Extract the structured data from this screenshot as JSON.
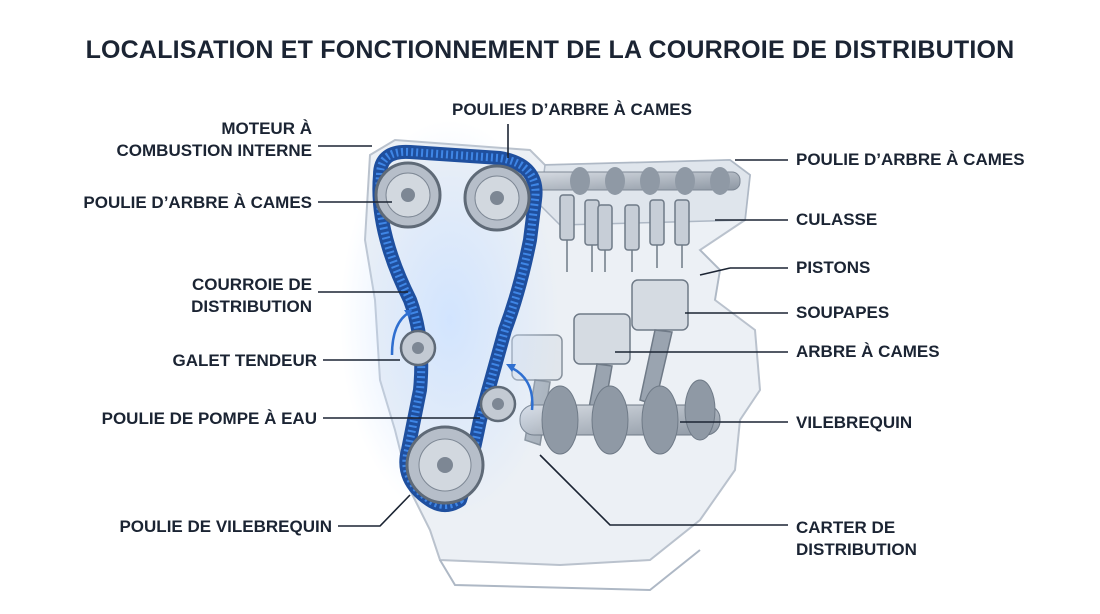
{
  "title": "LOCALISATION ET FONCTIONNEMENT DE LA COURROIE DE DISTRIBUTION",
  "labels_left": {
    "moteur_line1": "MOTEUR À",
    "moteur_line2": "COMBUSTION INTERNE",
    "poulie_arbre": "POULIE D’ARBRE À CAMES",
    "courroie_line1": "COURROIE DE",
    "courroie_line2": "DISTRIBUTION",
    "galet": "GALET TENDEUR",
    "pompe": "POULIE DE POMPE À EAU",
    "vilebrequin": "POULIE DE VILEBREQUIN"
  },
  "labels_top": {
    "poulies_arbre": "POULIES D’ARBRE À CAMES"
  },
  "labels_right": {
    "poulie_arbre": "POULIE D’ARBRE À CAMES",
    "culasse": "CULASSE",
    "pistons": "PISTONS",
    "soupapes": "SOUPAPES",
    "arbre_cames": "ARBRE À CAMES",
    "vilebrequin": "VILEBREQUIN",
    "carter_line1": "CARTER DE",
    "carter_line2": "DISTRIBUTION"
  },
  "colors": {
    "belt": "#2f6fd0",
    "belt_dark": "#1f4f9e",
    "engine_fill": "#e6ebf2",
    "engine_stroke": "#a9b4c2",
    "metal": "#9aa4b0",
    "text": "#1b2433"
  }
}
